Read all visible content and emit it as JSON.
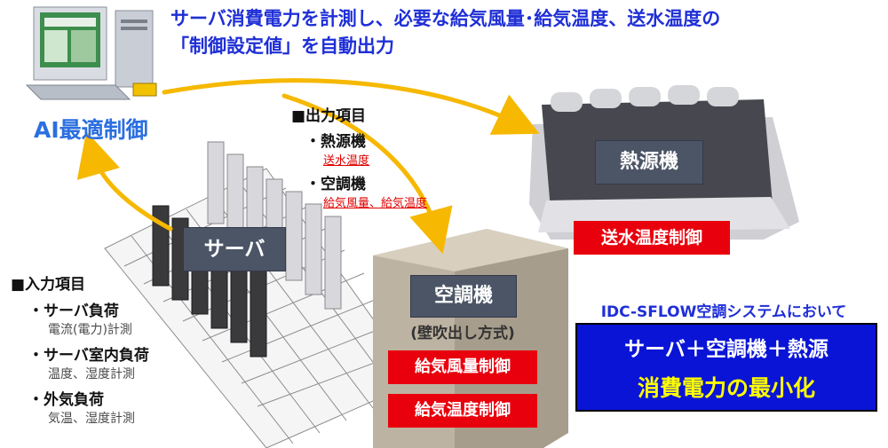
{
  "headline": {
    "line1": "サーバ消費電力を計測し、必要な給気風量･給気温度、送水温度の",
    "line2": "「制御設定値」を自動出力"
  },
  "ai_label": "AI最適制御",
  "output": {
    "title": "■出力項目",
    "items": [
      {
        "label": "・熱源機",
        "detail": "送水温度"
      },
      {
        "label": "・空調機",
        "detail_a": "給気風量",
        "sep": "、",
        "detail_b": "給気温度"
      }
    ]
  },
  "input": {
    "title": "■入力項目",
    "items": [
      {
        "label": "・サーバ負荷",
        "detail": "電流(電力)計測"
      },
      {
        "label": "・サーバ室内負荷",
        "detail": "温度、湿度計測"
      },
      {
        "label": "・外気負荷",
        "detail": "気温、湿度計測"
      }
    ]
  },
  "server_label": "サーバ",
  "heat_source": {
    "label": "熱源機",
    "control": "送水温度制御"
  },
  "hvac": {
    "label": "空調機",
    "sub": "(壁吹出し方式)",
    "control_airflow": "給気風量制御",
    "control_temp": "給気温度制御"
  },
  "idc": {
    "title": "IDC-SFLOW空調システムにおいて",
    "line1": "サーバ＋空調機＋熱源",
    "line2": "消費電力の最小化"
  },
  "colors": {
    "headline": "#1f2fd6",
    "arrow": "#f6b800",
    "red_tag": "#e8000d",
    "panel": "#0a14d6",
    "panel_highlight": "#ffff00"
  },
  "icons": [
    "computer-icon",
    "arrow-icon"
  ]
}
